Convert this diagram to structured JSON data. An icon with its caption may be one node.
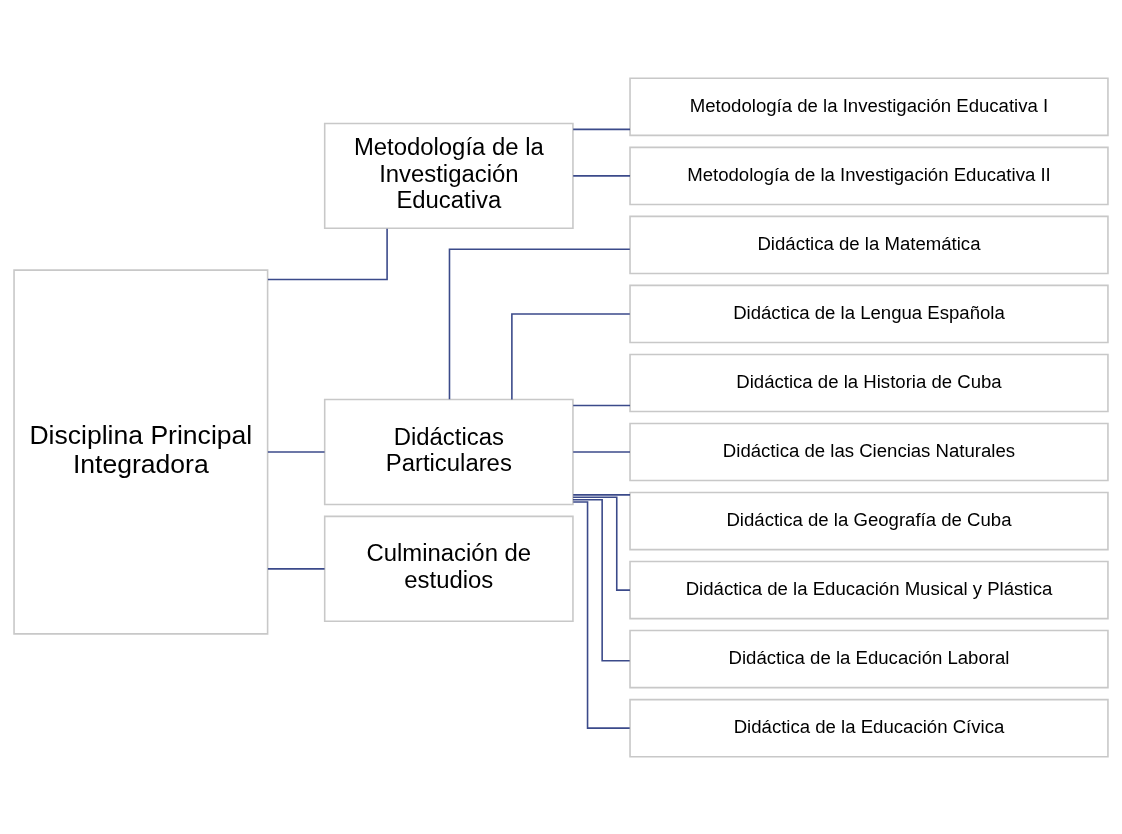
{
  "diagram": {
    "nodes": [
      {
        "text": [
          "Disciplina Principal Integradora"
        ]
      },
      {
        "text": [
          "Metodología de la Investigación Educativa"
        ]
      },
      {
        "text": [
          "Didácticas Particulares"
        ]
      },
      {
        "text": [
          "Culminación de estudios"
        ]
      },
      {
        "text": [
          "Metodología de la Investigación Educativa I"
        ]
      },
      {
        "text": [
          "Metodología de la Investigación Educativa II"
        ]
      },
      {
        "text": [
          "Didáctica de la Matemática"
        ]
      },
      {
        "text": [
          "Didáctica de la Lengua Española"
        ]
      },
      {
        "text": [
          "Didáctica de la Historia de Cuba"
        ]
      },
      {
        "text": [
          "Didáctica de las Ciencias Naturales"
        ]
      },
      {
        "text": [
          "Didáctica de la Geografía de Cuba"
        ]
      },
      {
        "text": [
          "Didáctica de la Educación Musical y Plástica"
        ]
      },
      {
        "text": [
          "Didáctica de la Educación Laboral"
        ]
      },
      {
        "text": [
          "Didáctica de la Educación Cívica"
        ]
      }
    ],
    "edges": [
      {
        "from": 0,
        "to": 1,
        "arrow": "none"
      },
      {
        "from": 0,
        "to": 2,
        "arrow": "none"
      },
      {
        "from": 0,
        "to": 3,
        "arrow": "none"
      },
      {
        "from": 1,
        "to": 4,
        "arrow": "none"
      },
      {
        "from": 1,
        "to": 5,
        "arrow": "none"
      },
      {
        "from": 2,
        "to": 6,
        "arrow": "none"
      },
      {
        "from": 2,
        "to": 7,
        "arrow": "none"
      },
      {
        "from": 2,
        "to": 8,
        "arrow": "none"
      },
      {
        "from": 2,
        "to": 9,
        "arrow": "none"
      },
      {
        "from": 2,
        "to": 10,
        "arrow": "none"
      },
      {
        "from": 2,
        "to": 11,
        "arrow": "none"
      },
      {
        "from": 2,
        "to": 12,
        "arrow": "none"
      },
      {
        "from": 2,
        "to": 13,
        "arrow": "none"
      }
    ]
  }
}
